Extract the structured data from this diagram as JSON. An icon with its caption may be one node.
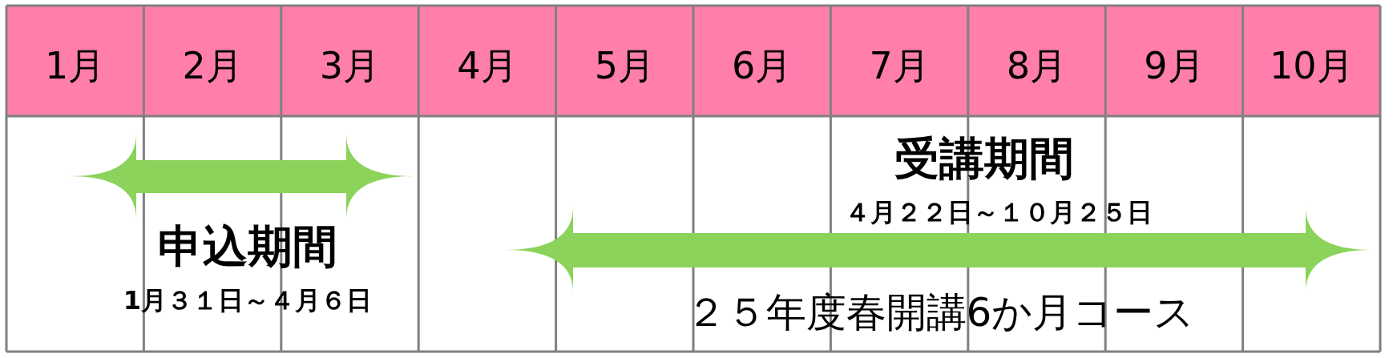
{
  "diagram": {
    "labels": [
      "1月",
      "2月",
      "3月",
      "4月",
      "5月",
      "6月",
      "7月",
      "8月",
      "9月",
      "10月",
      "申込期間",
      "1月３１日～４月６日",
      "受講期間",
      "４月２２日～１０月２５日",
      "２５年度春開講6か月コース"
    ]
  }
}
